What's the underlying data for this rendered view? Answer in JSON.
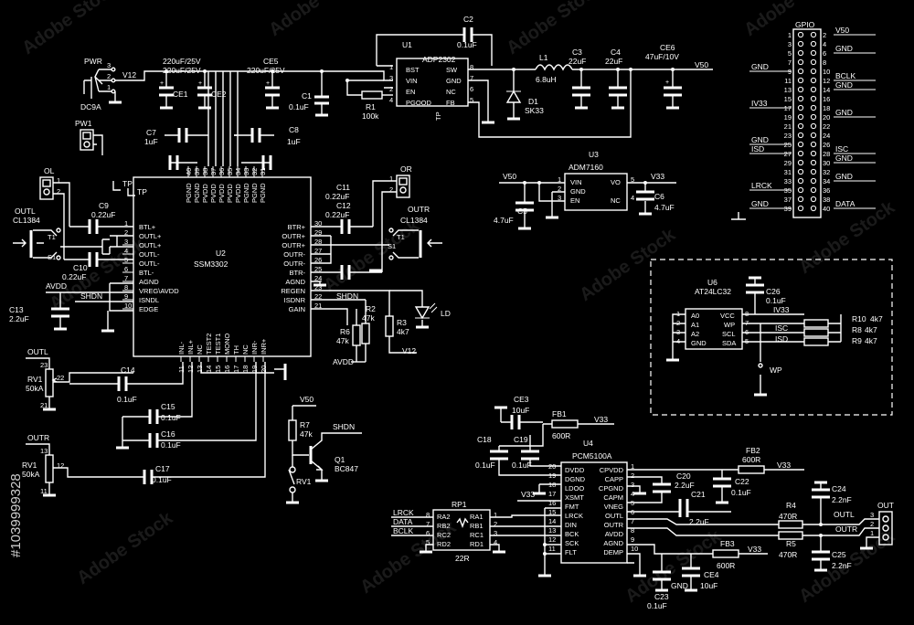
{
  "watermark": {
    "brand": "Adobe Stock",
    "side_id": "#1039999328"
  },
  "parts": {
    "pwr": {
      "ref": "PWR",
      "net": "V12",
      "type": "DC9A",
      "pins": [
        "3",
        "2",
        "1"
      ]
    },
    "ce1": {
      "ref": "CE1",
      "value": "220uF/25V",
      "plus": "+"
    },
    "ce2": {
      "ref": "CE2",
      "value": "220uF/25V",
      "plus": "+"
    },
    "ce5": {
      "ref": "CE5",
      "value": "220uF/25V",
      "plus": "+"
    },
    "c1": {
      "ref": "C1",
      "value": "0.1uF"
    },
    "c2": {
      "ref": "C2",
      "value": "0.1uF"
    },
    "r1": {
      "ref": "R1",
      "value": "100k"
    },
    "u1": {
      "ref": "U1",
      "name": "ADP2302",
      "left_pins": [
        {
          "n": "1",
          "name": "BST"
        },
        {
          "n": "3",
          "name": "VIN"
        },
        {
          "n": "2",
          "name": "EN"
        },
        {
          "n": "4",
          "name": "PGOOD"
        }
      ],
      "right_pins": [
        {
          "n": "8",
          "name": "SW"
        },
        {
          "n": "7",
          "name": "GND"
        },
        {
          "n": "6",
          "name": "NC"
        },
        {
          "n": "5",
          "name": "FB"
        }
      ],
      "tp": "TP"
    },
    "d1": {
      "ref": "D1",
      "value": "SK33"
    },
    "l1": {
      "ref": "L1",
      "value": "6.8uH"
    },
    "c3": {
      "ref": "C3",
      "value": "22uF"
    },
    "c4": {
      "ref": "C4",
      "value": "22uF"
    },
    "ce6": {
      "ref": "CE6",
      "value": "47uF/10V",
      "plus": "+"
    },
    "v50_top": "V50",
    "pw1": {
      "ref": "PW1"
    },
    "c7": {
      "ref": "C7",
      "value": "1uF"
    },
    "c8": {
      "ref": "C8",
      "value": "1uF"
    },
    "tp1": "TP",
    "tp2": "TP",
    "ol": {
      "ref": "OL",
      "pins": [
        "1",
        "2"
      ]
    },
    "or": {
      "ref": "OR",
      "pins": [
        "1",
        "2"
      ]
    },
    "outl": {
      "ref": "OUTL",
      "type": "CL1384",
      "t": "T1",
      "s": "S1"
    },
    "outr": {
      "ref": "OUTR",
      "type": "CL1384",
      "t": "T1",
      "s": "S1"
    },
    "c9": {
      "ref": "C9",
      "value": "0.22uF"
    },
    "c10": {
      "ref": "C10",
      "value": "0.22uF"
    },
    "c11": {
      "ref": "C11",
      "value": "0.22uF"
    },
    "c12": {
      "ref": "C12",
      "value": "0.22uF"
    },
    "c13": {
      "ref": "C13",
      "value": "2.2uF"
    },
    "avdd": "AVDD",
    "shdn": "SHDN",
    "u2": {
      "ref": "U2",
      "name": "SSM3302",
      "left_pins": [
        {
          "n": "1",
          "name": "BTL+"
        },
        {
          "n": "2",
          "name": "OUTL+"
        },
        {
          "n": "3",
          "name": "OUTL+"
        },
        {
          "n": "4",
          "name": "OUTL-"
        },
        {
          "n": "5",
          "name": "OUTL-"
        },
        {
          "n": "6",
          "name": "BTL-"
        },
        {
          "n": "7",
          "name": "AGND"
        },
        {
          "n": "8",
          "name": "VREG\\AVDD"
        },
        {
          "n": "9",
          "name": "ISNDL"
        },
        {
          "n": "10",
          "name": "EDGE"
        }
      ],
      "right_pins": [
        {
          "n": "30",
          "name": "BTR+"
        },
        {
          "n": "29",
          "name": "OUTR+"
        },
        {
          "n": "28",
          "name": "OUTR+"
        },
        {
          "n": "27",
          "name": "OUTR-"
        },
        {
          "n": "26",
          "name": "OUTR-"
        },
        {
          "n": "25",
          "name": "BTR-"
        },
        {
          "n": "24",
          "name": "AGND"
        },
        {
          "n": "23",
          "name": "REGEN"
        },
        {
          "n": "22",
          "name": "ISDNR"
        },
        {
          "n": "21",
          "name": "GAIN"
        }
      ],
      "top_pins": [
        {
          "n": "40",
          "name": "PGND"
        },
        {
          "n": "39",
          "name": "PGND"
        },
        {
          "n": "38",
          "name": "PVDD"
        },
        {
          "n": "37",
          "name": "PVDD"
        },
        {
          "n": "36",
          "name": "PVDD"
        },
        {
          "n": "35",
          "name": "PVDD"
        },
        {
          "n": "34",
          "name": "PVDD"
        },
        {
          "n": "33",
          "name": "PGND"
        },
        {
          "n": "32",
          "name": "PGND"
        },
        {
          "n": "31",
          "name": "PGND"
        }
      ],
      "bottom_pins": [
        {
          "n": "11",
          "name": "INL-"
        },
        {
          "n": "12",
          "name": "INL+"
        },
        {
          "n": "13",
          "name": "NC"
        },
        {
          "n": "14",
          "name": "TEST2"
        },
        {
          "n": "15",
          "name": "TEST1"
        },
        {
          "n": "16",
          "name": "MONO"
        },
        {
          "n": "17",
          "name": "TH"
        },
        {
          "n": "18",
          "name": "NC"
        },
        {
          "n": "19",
          "name": "INR-"
        },
        {
          "n": "20",
          "name": "INR+"
        }
      ]
    },
    "r2": {
      "ref": "R2",
      "value": "47k"
    },
    "r3": {
      "ref": "R3",
      "value": "4k7"
    },
    "r6": {
      "ref": "R6",
      "value": "47k"
    },
    "ld": {
      "ref": "LD"
    },
    "v12_label": "V12",
    "avdd2": "AVDD",
    "rv1a": {
      "ref": "RV1",
      "value": "50kA",
      "net": "OUTL",
      "pins": [
        "23",
        "22",
        "21"
      ]
    },
    "rv1b": {
      "ref": "RV1",
      "value": "50kA",
      "net": "OUTR",
      "pins": [
        "13",
        "12",
        "11"
      ]
    },
    "c14": {
      "ref": "C14",
      "value": "0.1uF"
    },
    "c15": {
      "ref": "C15",
      "value": "0.1uF"
    },
    "c16": {
      "ref": "C16",
      "value": "0.1uF"
    },
    "c17": {
      "ref": "C17",
      "value": "0.1uF"
    },
    "q1": {
      "ref": "Q1",
      "value": "BC847",
      "net_top": "V50",
      "net_shdn": "SHDN"
    },
    "r7": {
      "ref": "R7",
      "value": "47k"
    },
    "rv1c": {
      "ref": "RV1"
    },
    "u3": {
      "ref": "U3",
      "name": "ADM7160",
      "left_pins": [
        {
          "n": "1",
          "name": "VIN"
        },
        {
          "n": "2",
          "name": "GND"
        },
        {
          "n": "3",
          "name": "EN"
        }
      ],
      "right_pins": [
        {
          "n": "5",
          "name": "VO"
        },
        {
          "n": "4",
          "name": "NC"
        }
      ],
      "net_in": "V50",
      "net_out": "V33"
    },
    "c5": {
      "ref": "C5",
      "value": "4.7uF"
    },
    "c6": {
      "ref": "C6",
      "value": "4.7uF"
    },
    "gpio": {
      "ref": "GPIO",
      "rows": [
        {
          "l": "1",
          "r": "2",
          "ln": "",
          "rn": "V50"
        },
        {
          "l": "3",
          "r": "4",
          "ln": "",
          "rn": ""
        },
        {
          "l": "5",
          "r": "6",
          "ln": "",
          "rn": "GND"
        },
        {
          "l": "7",
          "r": "8",
          "ln": "",
          "rn": ""
        },
        {
          "l": "9",
          "r": "10",
          "ln": "GND",
          "rn": ""
        },
        {
          "l": "11",
          "r": "12",
          "ln": "",
          "rn": "BCLK"
        },
        {
          "l": "13",
          "r": "14",
          "ln": "",
          "rn": "GND"
        },
        {
          "l": "15",
          "r": "16",
          "ln": "",
          "rn": ""
        },
        {
          "l": "17",
          "r": "18",
          "ln": "IV33",
          "rn": ""
        },
        {
          "l": "19",
          "r": "20",
          "ln": "",
          "rn": "GND"
        },
        {
          "l": "21",
          "r": "22",
          "ln": "",
          "rn": ""
        },
        {
          "l": "23",
          "r": "24",
          "ln": "",
          "rn": ""
        },
        {
          "l": "25",
          "r": "26",
          "ln": "GND",
          "rn": ""
        },
        {
          "l": "27",
          "r": "28",
          "ln": "ISD",
          "rn": "ISC"
        },
        {
          "l": "29",
          "r": "30",
          "ln": "",
          "rn": "GND"
        },
        {
          "l": "31",
          "r": "32",
          "ln": "",
          "rn": ""
        },
        {
          "l": "33",
          "r": "34",
          "ln": "",
          "rn": "GND"
        },
        {
          "l": "35",
          "r": "36",
          "ln": "LRCK",
          "rn": ""
        },
        {
          "l": "37",
          "r": "38",
          "ln": "",
          "rn": ""
        },
        {
          "l": "39",
          "r": "40",
          "ln": "GND",
          "rn": "DATA"
        }
      ]
    },
    "u6": {
      "ref": "U6",
      "name": "AT24LC32",
      "left_pins": [
        {
          "n": "1",
          "name": "A0"
        },
        {
          "n": "2",
          "name": "A1"
        },
        {
          "n": "3",
          "name": "A2"
        },
        {
          "n": "4",
          "name": "GND"
        }
      ],
      "right_pins": [
        {
          "n": "8",
          "name": "VCC"
        },
        {
          "n": "7",
          "name": "WP"
        },
        {
          "n": "6",
          "name": "SCL"
        },
        {
          "n": "5",
          "name": "SDA"
        }
      ],
      "nets": [
        "IV33",
        "ISC",
        "ISD"
      ],
      "wp": "WP"
    },
    "c26": {
      "ref": "C26",
      "value": "0.1uF"
    },
    "r10": {
      "ref": "R10",
      "value": "4k7"
    },
    "r8": {
      "ref": "R8",
      "value": "4k7"
    },
    "r9": {
      "ref": "R9",
      "value": "4k7"
    },
    "u4": {
      "ref": "U4",
      "name": "PCM5100A",
      "left_pins": [
        {
          "n": "20",
          "name": "DVDD"
        },
        {
          "n": "19",
          "name": "DGND"
        },
        {
          "n": "18",
          "name": "LDOO"
        },
        {
          "n": "17",
          "name": "XSMT"
        },
        {
          "n": "16",
          "name": "FMT"
        },
        {
          "n": "15",
          "name": "LRCK"
        },
        {
          "n": "14",
          "name": "DIN"
        },
        {
          "n": "13",
          "name": "BCK"
        },
        {
          "n": "12",
          "name": "SCK"
        },
        {
          "n": "11",
          "name": "FLT"
        }
      ],
      "right_pins": [
        {
          "n": "1",
          "name": "CPVDD"
        },
        {
          "n": "2",
          "name": "CAPP"
        },
        {
          "n": "3",
          "name": "CPGND"
        },
        {
          "n": "4",
          "name": "CAPM"
        },
        {
          "n": "5",
          "name": "VNEG"
        },
        {
          "n": "6",
          "name": "OUTL"
        },
        {
          "n": "7",
          "name": "OUTR"
        },
        {
          "n": "8",
          "name": "AVDD"
        },
        {
          "n": "9",
          "name": "AGND"
        },
        {
          "n": "10",
          "name": "DEMP"
        }
      ]
    },
    "ce3": {
      "ref": "CE3",
      "value": "10uF"
    },
    "fb1": {
      "ref": "FB1",
      "value": "600R",
      "net": "V33"
    },
    "fb2": {
      "ref": "FB2",
      "value": "600R",
      "net": "V33"
    },
    "fb3": {
      "ref": "FB3",
      "value": "600R",
      "net": "V33"
    },
    "c18": {
      "ref": "C18",
      "value": "0.1uF"
    },
    "c19": {
      "ref": "C19",
      "value": "0.1uF"
    },
    "c20": {
      "ref": "C20",
      "value": "2.2uF"
    },
    "c21": {
      "ref": "C21",
      "value": "2.2uF"
    },
    "c22": {
      "ref": "C22",
      "value": "0.1uF"
    },
    "c23": {
      "ref": "C23",
      "value": "0.1uF"
    },
    "ce4": {
      "ref": "CE4",
      "value": "10uF"
    },
    "gnd_u4": "GND",
    "v33_u4": "V33",
    "rp1": {
      "ref": "RP1",
      "value": "22R",
      "left": [
        {
          "n": "8",
          "name": "RA2"
        },
        {
          "n": "7",
          "name": "RB2"
        },
        {
          "n": "6",
          "name": "RC2"
        },
        {
          "n": "5",
          "name": "RD2"
        }
      ],
      "right": [
        {
          "n": "1",
          "name": "RA1"
        },
        {
          "n": "2",
          "name": "RB1"
        },
        {
          "n": "3",
          "name": "RC1"
        },
        {
          "n": "4",
          "name": "RD1"
        }
      ],
      "nets": [
        "LRCK",
        "DATA",
        "BCLK"
      ]
    },
    "r4": {
      "ref": "R4",
      "value": "470R"
    },
    "r5": {
      "ref": "R5",
      "value": "470R"
    },
    "c24": {
      "ref": "C24",
      "value": "2.2nF"
    },
    "c25": {
      "ref": "C25",
      "value": "2.2nF"
    },
    "out": {
      "ref": "OUT",
      "pins": [
        "3",
        "2",
        "1"
      ],
      "nets": [
        "OUTL",
        "OUTR"
      ]
    }
  }
}
